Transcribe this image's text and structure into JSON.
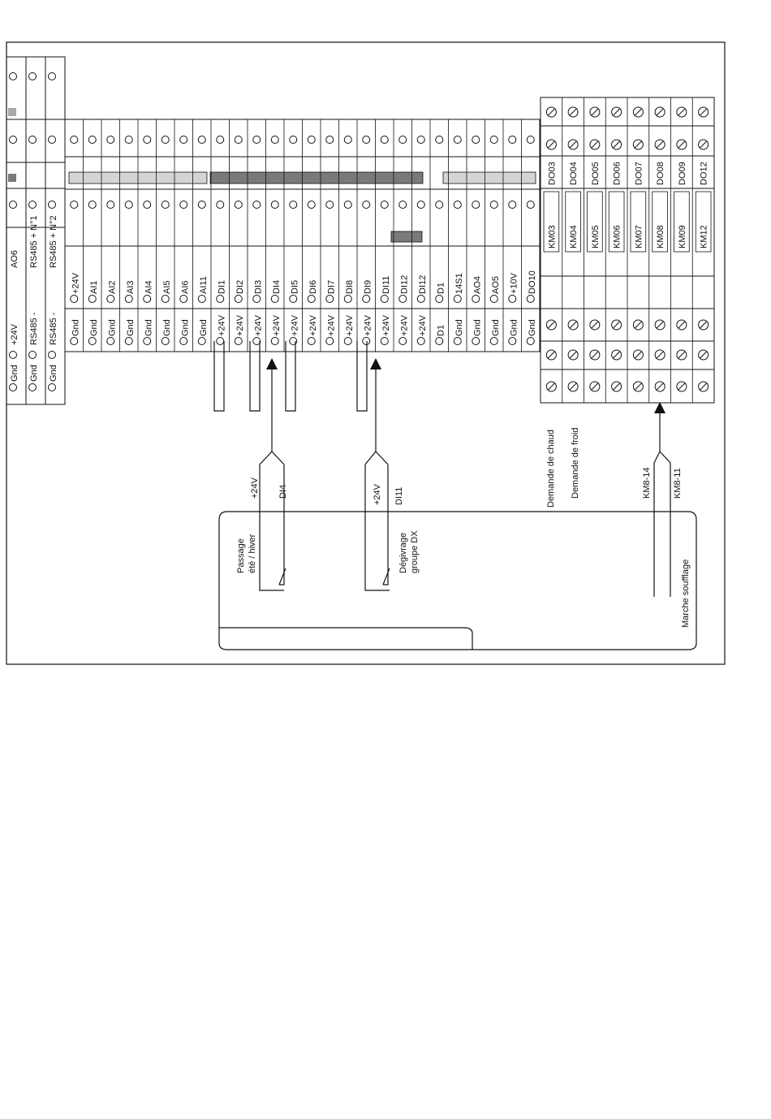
{
  "left_block": {
    "columns": [
      {
        "top": "AO6",
        "bottom": "+24V",
        "gnd": "Gnd"
      },
      {
        "top": "RS485 + N°1",
        "bottom": "RS485 -",
        "gnd": "Gnd"
      },
      {
        "top": "RS485 + N°2",
        "bottom": "RS485 -",
        "gnd": "Gnd"
      }
    ]
  },
  "main_columns": [
    {
      "top": "+24V",
      "bottom": "Gnd"
    },
    {
      "top": "AI1",
      "bottom": "Gnd"
    },
    {
      "top": "AI2",
      "bottom": "Gnd"
    },
    {
      "top": "AI3",
      "bottom": "Gnd"
    },
    {
      "top": "AI4",
      "bottom": "Gnd"
    },
    {
      "top": "AI5",
      "bottom": "Gnd"
    },
    {
      "top": "AI6",
      "bottom": "Gnd"
    },
    {
      "top": "AI11",
      "bottom": "Gnd"
    },
    {
      "top": "DI1",
      "bottom": "+24V"
    },
    {
      "top": "DI2",
      "bottom": "+24V"
    },
    {
      "top": "DI3",
      "bottom": "+24V"
    },
    {
      "top": "DI4",
      "bottom": "+24V"
    },
    {
      "top": "DI5",
      "bottom": "+24V"
    },
    {
      "top": "DI6",
      "bottom": "+24V"
    },
    {
      "top": "DI7",
      "bottom": "+24V"
    },
    {
      "top": "DI8",
      "bottom": "+24V"
    },
    {
      "top": "DI9",
      "bottom": "+24V"
    },
    {
      "top": "DI11",
      "bottom": "+24V"
    },
    {
      "top": "DI12",
      "bottom": "+24V"
    },
    {
      "top": "DI12",
      "bottom": "+24V"
    },
    {
      "top": "D1",
      "bottom": "D1"
    },
    {
      "top": "14S1",
      "bottom": "Gnd"
    },
    {
      "top": "AO4",
      "bottom": "Gnd"
    },
    {
      "top": "AO5",
      "bottom": "Gnd"
    },
    {
      "top": "+10V",
      "bottom": "Gnd"
    },
    {
      "top": "DO10",
      "bottom": "Gnd"
    }
  ],
  "relays": [
    {
      "output": "DO03",
      "relay": "KM03"
    },
    {
      "output": "DO04",
      "relay": "KM04"
    },
    {
      "output": "DO05",
      "relay": "KM05"
    },
    {
      "output": "DO06",
      "relay": "KM06"
    },
    {
      "output": "DO07",
      "relay": "KM07"
    },
    {
      "output": "DO08",
      "relay": "KM08"
    },
    {
      "output": "DO09",
      "relay": "KM09"
    },
    {
      "output": "DO12",
      "relay": "KM12"
    }
  ],
  "wiring": {
    "left_circuit": {
      "label_24v": "+24V",
      "label_di": "DI4",
      "description": [
        "Passage",
        "été / hiver"
      ]
    },
    "right_circuit": {
      "label_24v": "+24V",
      "label_di": "DI11",
      "description": [
        "Dégivrage",
        "groupe DX"
      ]
    },
    "demand_labels": [
      "Demande de chaud",
      "Demande de froid"
    ],
    "km_labels": [
      "KM8-14",
      "KM8-11"
    ],
    "blower_label": "Marche soufflage"
  },
  "colors": {
    "line": "#111111",
    "bar_light": "#d4d4d4",
    "bar_dark": "#7a7a7a",
    "bar_mid": "#a8a8a8"
  }
}
